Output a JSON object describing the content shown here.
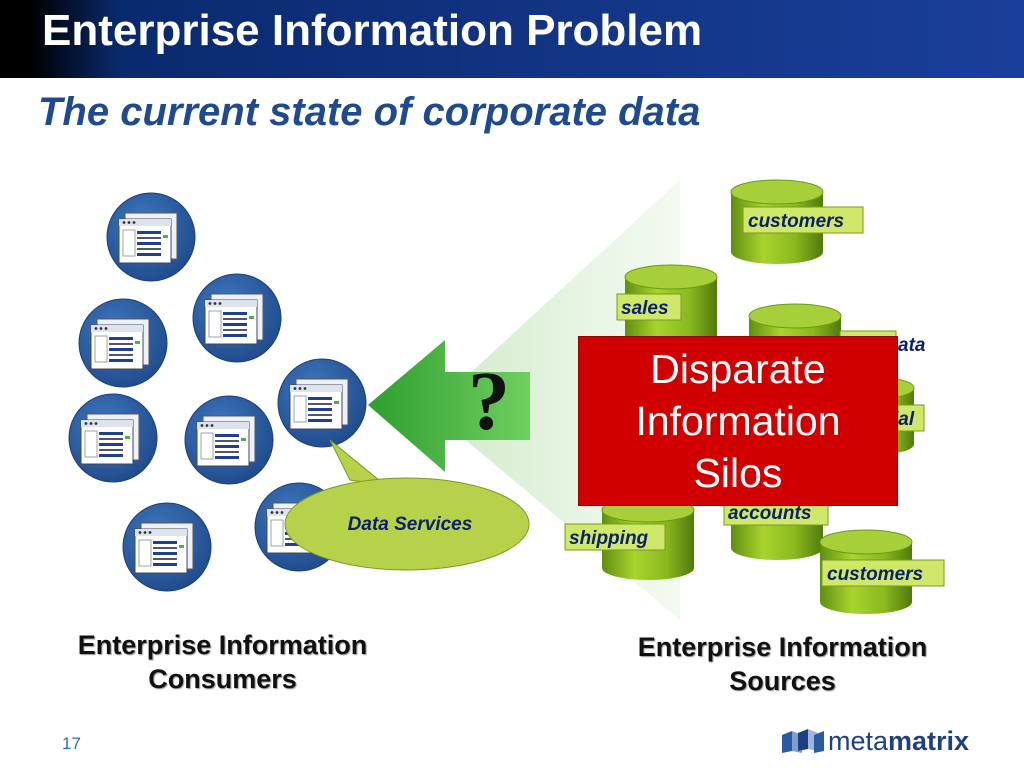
{
  "header": {
    "title": "Enterprise Information Problem",
    "subtitle": "The current state of corporate data"
  },
  "consumers": {
    "label_line1": "Enterprise Information",
    "label_line2": "Consumers",
    "icon": "document-window-icon"
  },
  "data_services": {
    "label": "Data Services"
  },
  "question_mark": "?",
  "silos_box": {
    "line1": "Disparate",
    "line2": "Information",
    "line3": "Silos"
  },
  "sources": {
    "label_line1": "Enterprise Information",
    "label_line2": "Sources",
    "databases": [
      "customers",
      "sales",
      "ata",
      "ial",
      "accounts",
      "shipping",
      "customers"
    ]
  },
  "footer": {
    "page_number": "17",
    "logo_prefix": "meta",
    "logo_suffix": "matrix"
  },
  "colors": {
    "title_bar": "#0a2a6e",
    "subtitle": "#1f4a8f",
    "silo_box": "#d10000",
    "cylinder": "#8fbf1c",
    "arrow": "#3fae3a",
    "consumer_circle": "#2a5aa0"
  }
}
